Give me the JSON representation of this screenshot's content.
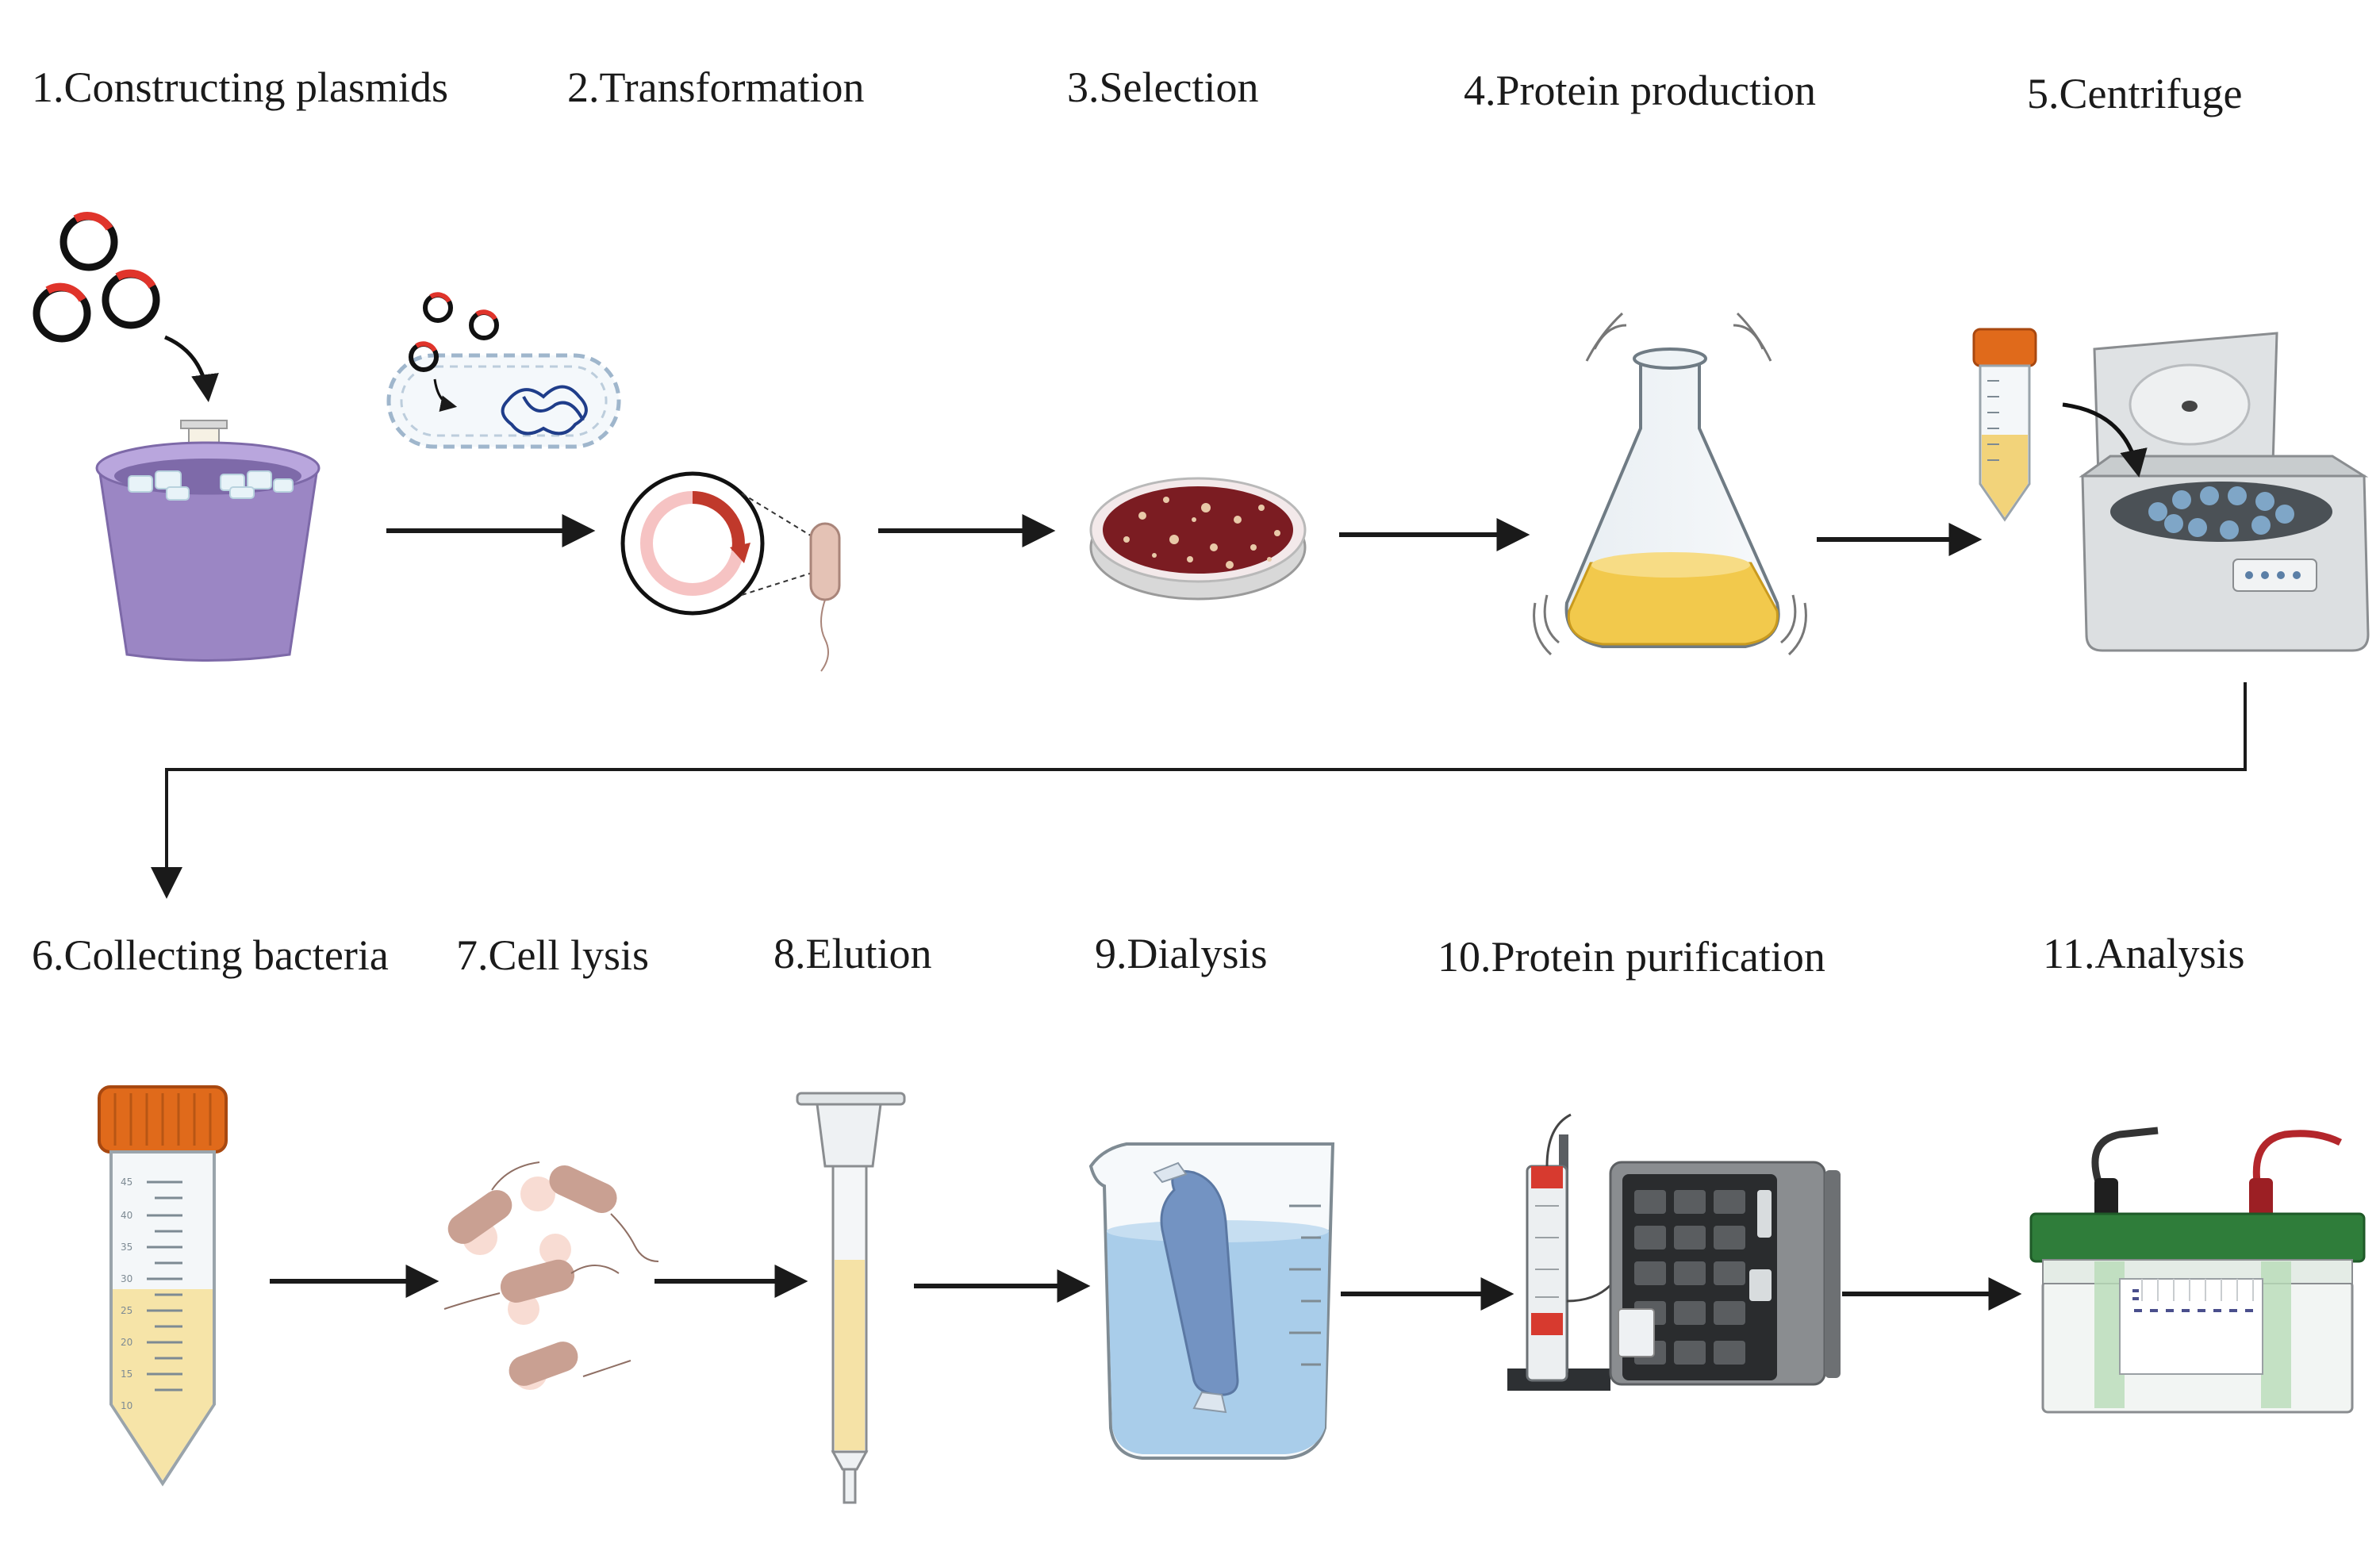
{
  "steps": [
    {
      "label": "1.Constructing plasmids"
    },
    {
      "label": "2.Transformation"
    },
    {
      "label": "3.Selection"
    },
    {
      "label": "4.Protein production"
    },
    {
      "label": "5.Centrifuge"
    },
    {
      "label": "6.Collecting bacteria"
    },
    {
      "label": "7.Cell lysis"
    },
    {
      "label": "8.Elution"
    },
    {
      "label": "9.Dialysis"
    },
    {
      "label": "10.Protein purification"
    },
    {
      "label": "11.Analysis"
    }
  ],
  "tube_scale": [
    "45",
    "40",
    "35",
    "30",
    "25",
    "20",
    "15",
    "10"
  ],
  "colors": {
    "arrow": "#1a1a1a",
    "plasmid_red": "#e0342b",
    "ice_bucket": "#9b86c4",
    "agar_plate": "#7b1c22",
    "culture_yellow": "#f2c94c",
    "tube_cap_orange": "#e06a1b",
    "bacteria_pink": "#c9a092",
    "buffer_blue": "#a9cdea",
    "gel_box_green": "#2f7d3a",
    "instrument_gray": "#8a8d90"
  }
}
